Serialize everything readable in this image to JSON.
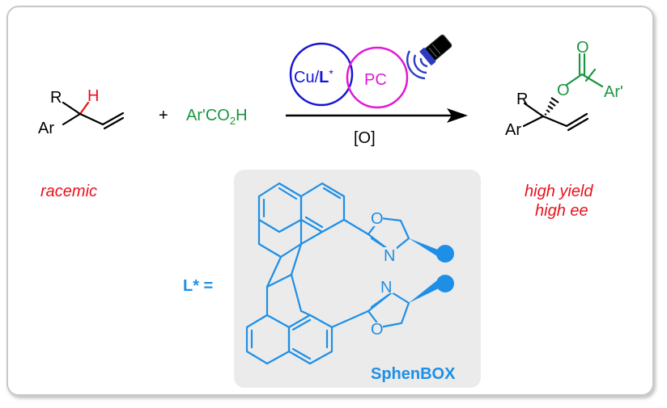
{
  "reactant": {
    "R": "R",
    "Ar": "Ar",
    "H": "H",
    "label": "racemic"
  },
  "plus": "+",
  "acid": {
    "main": "Ar'CO",
    "sub": "2",
    "end": "H"
  },
  "catalyst": {
    "cu": "Cu/",
    "L": "L",
    "star": "*",
    "pc": "PC"
  },
  "oxidant": "[O]",
  "product": {
    "R": "R",
    "Ar": "Ar",
    "O_ester": "O",
    "O_carbonyl": "O",
    "Ar_prime": "Ar'"
  },
  "outcome": {
    "line1": "high yield",
    "line2": "high ee"
  },
  "ligand": {
    "label": "L* =",
    "name": "SphenBOX",
    "O": "O",
    "N": "N"
  },
  "colors": {
    "red": "#e8111a",
    "green": "#1a9641",
    "blue": "#1e8fe6",
    "navy": "#1515d6",
    "magenta": "#e317d8",
    "black": "#000000",
    "panel": "#ebebeb"
  }
}
